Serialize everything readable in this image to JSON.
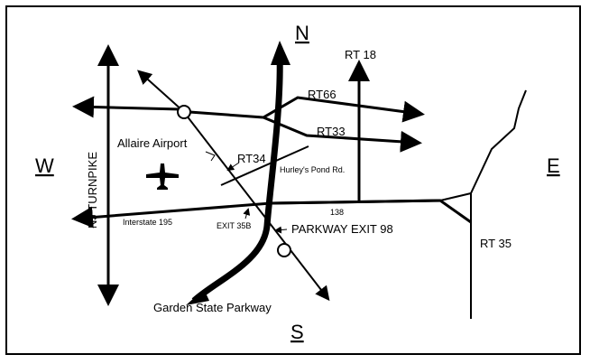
{
  "compass": {
    "north": "N",
    "south": "S",
    "east": "E",
    "west": "W"
  },
  "roads": {
    "nj_turnpike": "NJ TURNPIKE",
    "interstate_195": "Interstate 195",
    "rt18": "RT 18",
    "rt66": "RT66",
    "rt33": "RT33",
    "rt34": "RT34",
    "rt35": "RT 35",
    "route_138": "138",
    "hurleys_pond": "Hurley's Pond Rd.",
    "garden_state_parkway": "Garden State Parkway"
  },
  "places": {
    "airport": "Allaire Airport"
  },
  "exits": {
    "exit35b": "EXIT 35B",
    "parkway_exit": "PARKWAY EXIT 98"
  },
  "colors": {
    "ink": "#000000",
    "background": "#ffffff"
  }
}
